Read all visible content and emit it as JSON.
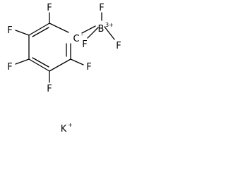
{
  "structure": {
    "fluorines": {
      "f_top_left": "F",
      "f_upper_left": "F",
      "f_lower_left": "F",
      "f_bottom": "F",
      "f_lower_right": "F",
      "f_boron_left": "F",
      "f_boron_top": "F",
      "f_boron_right": "F"
    },
    "ring_carbon": {
      "symbol": "C",
      "charge": "-"
    },
    "boron": {
      "symbol": "B",
      "charge": "3+"
    },
    "counterion": {
      "symbol": "K",
      "charge": "+"
    }
  }
}
